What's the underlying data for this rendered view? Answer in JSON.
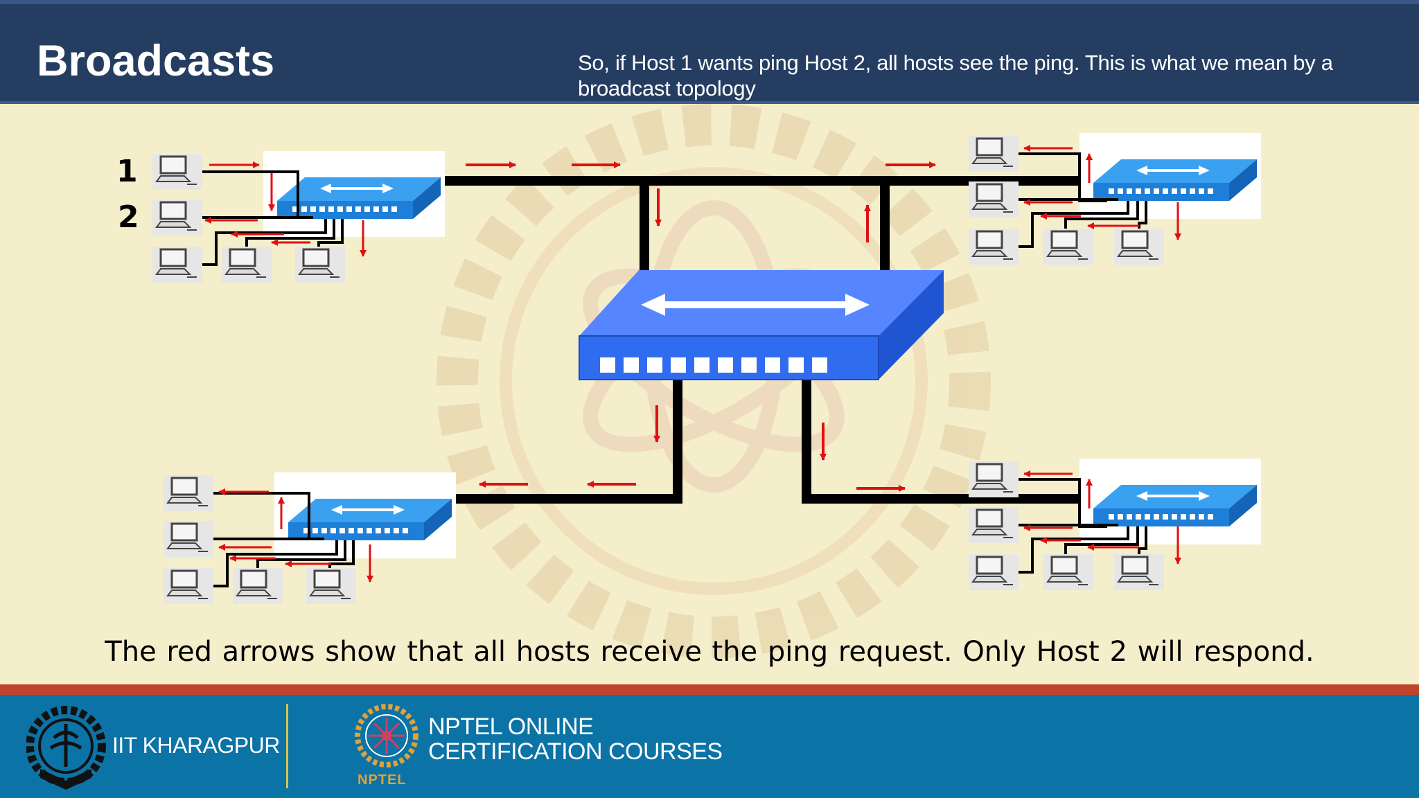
{
  "slide": {
    "title": "Broadcasts",
    "subtitle": "So, if Host 1 wants ping Host 2, all hosts see the ping. This is what we mean by a broadcast topology",
    "caption": "The red arrows show that all hosts receive  the ping request.  Only Host 2 will respond."
  },
  "diagram": {
    "host_labels": [
      "1",
      "2"
    ],
    "central_switch": "switch-icon",
    "switch_groups": [
      "top-left",
      "top-right",
      "bottom-left",
      "bottom-right"
    ],
    "hosts_per_group": 5,
    "arrow_color": "#e01010",
    "link_color": "#000000",
    "switch_color": "#3d7cf0"
  },
  "footer": {
    "institution": "IIT KHARAGPUR",
    "program_line1": "NPTEL ONLINE",
    "program_line2": "CERTIFICATION COURSES",
    "brand": "NPTEL"
  },
  "colors": {
    "header_bg": "#263d62",
    "content_bg": "#f5eecb",
    "footer_bg": "#0b73a6",
    "footer_stripe": "#c0442c"
  }
}
